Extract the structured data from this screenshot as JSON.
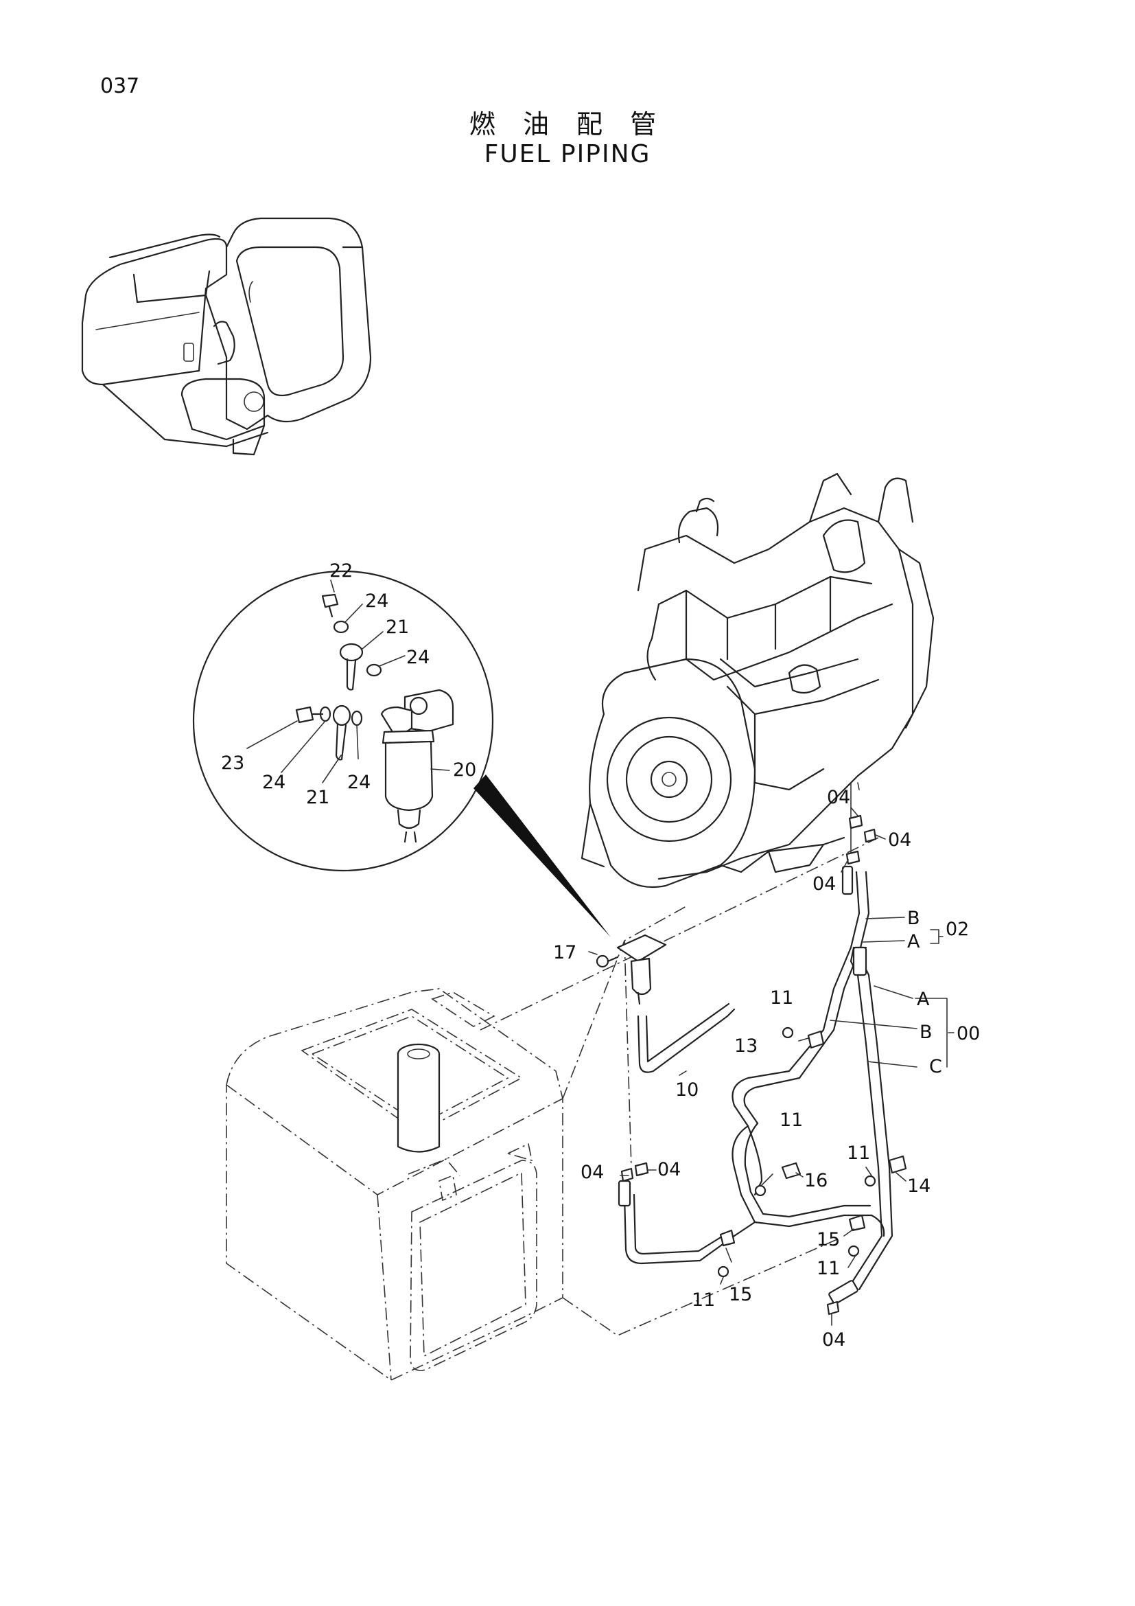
{
  "page": {
    "number": "037"
  },
  "title": {
    "cn": "燃 油 配 管",
    "en": "FUEL PIPING"
  },
  "callouts": [
    {
      "id": "c01",
      "text": "22"
    },
    {
      "id": "c02",
      "text": "24"
    },
    {
      "id": "c03",
      "text": "21"
    },
    {
      "id": "c04",
      "text": "24"
    },
    {
      "id": "c05",
      "text": "23"
    },
    {
      "id": "c06",
      "text": "24"
    },
    {
      "id": "c07",
      "text": "21"
    },
    {
      "id": "c08",
      "text": "24"
    },
    {
      "id": "c09",
      "text": "20"
    },
    {
      "id": "c10",
      "text": "04"
    },
    {
      "id": "c11",
      "text": "04"
    },
    {
      "id": "c12",
      "text": "04"
    },
    {
      "id": "c13",
      "text": "B"
    },
    {
      "id": "c14",
      "text": "A"
    },
    {
      "id": "c15",
      "text": "02"
    },
    {
      "id": "c16",
      "text": "17"
    },
    {
      "id": "c17",
      "text": "11"
    },
    {
      "id": "c18",
      "text": "A"
    },
    {
      "id": "c19",
      "text": "B"
    },
    {
      "id": "c20",
      "text": "00"
    },
    {
      "id": "c21",
      "text": "13"
    },
    {
      "id": "c22",
      "text": "C"
    },
    {
      "id": "c23",
      "text": "10"
    },
    {
      "id": "c24",
      "text": "11"
    },
    {
      "id": "c25",
      "text": "11"
    },
    {
      "id": "c26",
      "text": "04"
    },
    {
      "id": "c27",
      "text": "04"
    },
    {
      "id": "c28",
      "text": "16"
    },
    {
      "id": "c29",
      "text": "14"
    },
    {
      "id": "c30",
      "text": "15"
    },
    {
      "id": "c31",
      "text": "11"
    },
    {
      "id": "c32",
      "text": "11"
    },
    {
      "id": "c33",
      "text": "15"
    },
    {
      "id": "c34",
      "text": "04"
    }
  ]
}
